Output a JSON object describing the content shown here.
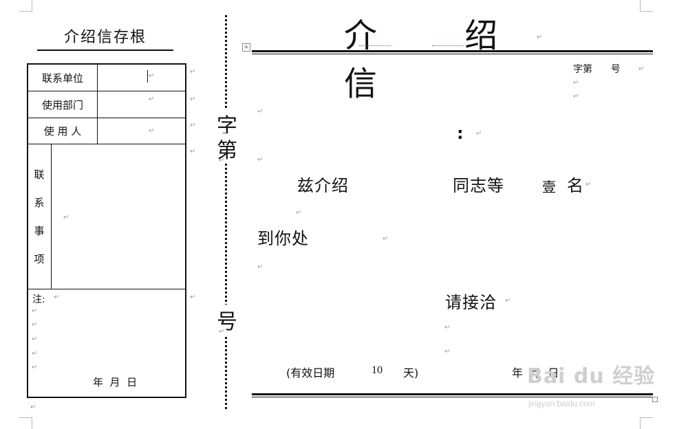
{
  "stub": {
    "title": "介绍信存根",
    "rows": [
      {
        "label": "联系单位",
        "value": ""
      },
      {
        "label": "使用部门",
        "value": ""
      },
      {
        "label": "使 用 人",
        "value": ""
      }
    ],
    "matters_chars": [
      "联",
      "系",
      "事",
      "项"
    ],
    "note_label": "注:",
    "date_label": "年  月  日"
  },
  "separator": {
    "top_chars": [
      "字",
      "第"
    ],
    "bottom_char": "号"
  },
  "letter": {
    "title": "介 绍 信",
    "ref_label": "字第      号",
    "colon": ":",
    "intro_prefix": "兹介绍",
    "intro_mid": "同志等",
    "count_value": "壹",
    "count_unit": "名",
    "to_you": "到你处",
    "please": "请接洽",
    "valid_prefix": "(有效日期",
    "valid_days": "10",
    "valid_suffix": "天)",
    "date_label": "年  月  日"
  },
  "watermark": {
    "main": "Bai du 经验",
    "sub": "jingyan.baidu.com"
  }
}
